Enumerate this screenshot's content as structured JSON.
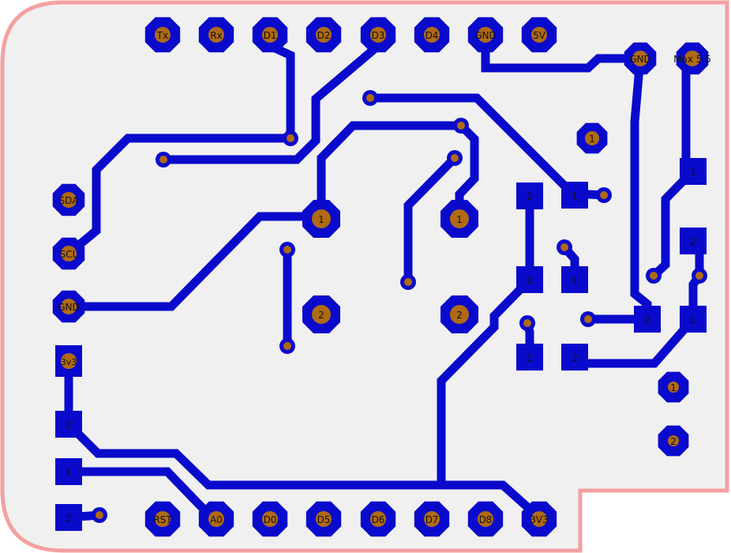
{
  "colors": {
    "board_fill": "#f0f0f0",
    "board_outline": "#f4a0a0",
    "trace": "#0a0acc",
    "pad_center": "#b06a14",
    "label_text": "#111111"
  },
  "header_top": {
    "pins": [
      "Tx",
      "Rx",
      "D1",
      "D2",
      "D3",
      "D4",
      "GND",
      "5V"
    ]
  },
  "header_bottom": {
    "pins": [
      "RST",
      "A0",
      "D0",
      "D5",
      "D6",
      "D7",
      "D8",
      "3V3"
    ]
  },
  "left_pads": {
    "sda": "SDA",
    "scl": "SCL",
    "gnd": "GND",
    "v33": "3v3"
  },
  "right_pads": {
    "gnd": "GND",
    "max": "Max 5.5"
  },
  "pad_numbers": {
    "one": "1",
    "two": "2"
  }
}
